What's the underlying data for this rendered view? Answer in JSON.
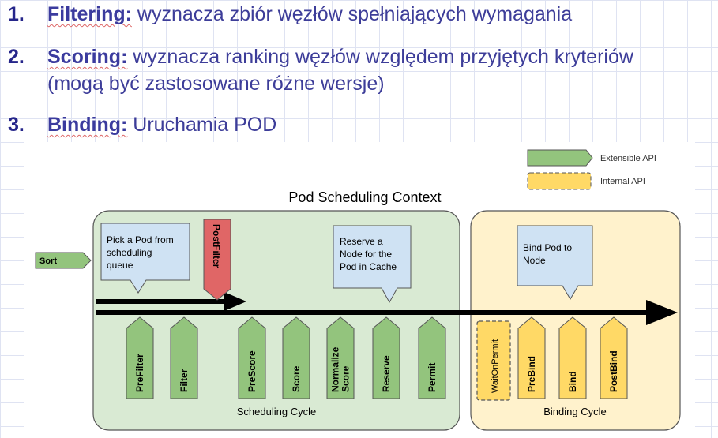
{
  "list": [
    {
      "number": "1.",
      "term": "Filtering:",
      "text": " wyznacza zbiór węzłów spełniających wymagania",
      "line2": ""
    },
    {
      "number": "2.",
      "term": "Scoring:",
      "text": " wyznacza ranking węzłów względem przyjętych kryteriów",
      "line2": "(mogą być zastosowane różne wersje)"
    },
    {
      "number": "3.",
      "term": "Binding:",
      "text": " Uruchamia POD",
      "line2": ""
    }
  ],
  "diagram": {
    "title": "Pod Scheduling Context",
    "legend": {
      "extensible": "Extensible API",
      "internal": "Internal API"
    },
    "scheduling_cycle": "Scheduling Cycle",
    "binding_cycle": "Binding Cycle",
    "sort": "Sort",
    "postfilter": "PostFilter",
    "notes": {
      "pick": [
        "Pick a Pod from",
        "scheduling",
        "queue"
      ],
      "reserve": [
        "Reserve a",
        "Node for the",
        "Pod in Cache"
      ],
      "bind": [
        "Bind Pod to",
        "Node"
      ]
    },
    "plugins": [
      {
        "lines": [
          "PreFilter"
        ]
      },
      {
        "lines": [
          "Filter"
        ]
      },
      {
        "lines": [
          "PreScore"
        ]
      },
      {
        "lines": [
          "Score"
        ]
      },
      {
        "lines": [
          "Normalize",
          "Score"
        ]
      },
      {
        "lines": [
          "Reserve"
        ]
      },
      {
        "lines": [
          "Permit"
        ]
      }
    ],
    "wait_on_permit": "WaitOnPermit",
    "bind_plugins": [
      {
        "lines": [
          "PreBind"
        ]
      },
      {
        "lines": [
          "Bind"
        ]
      },
      {
        "lines": [
          "PostBind"
        ]
      }
    ],
    "colors": {
      "green": "#93c47d",
      "yellow": "#ffd966",
      "red": "#e06666",
      "note": "#cfe2f3",
      "sched_bg": "#d9ead3",
      "bind_bg": "#fff2cc"
    }
  }
}
